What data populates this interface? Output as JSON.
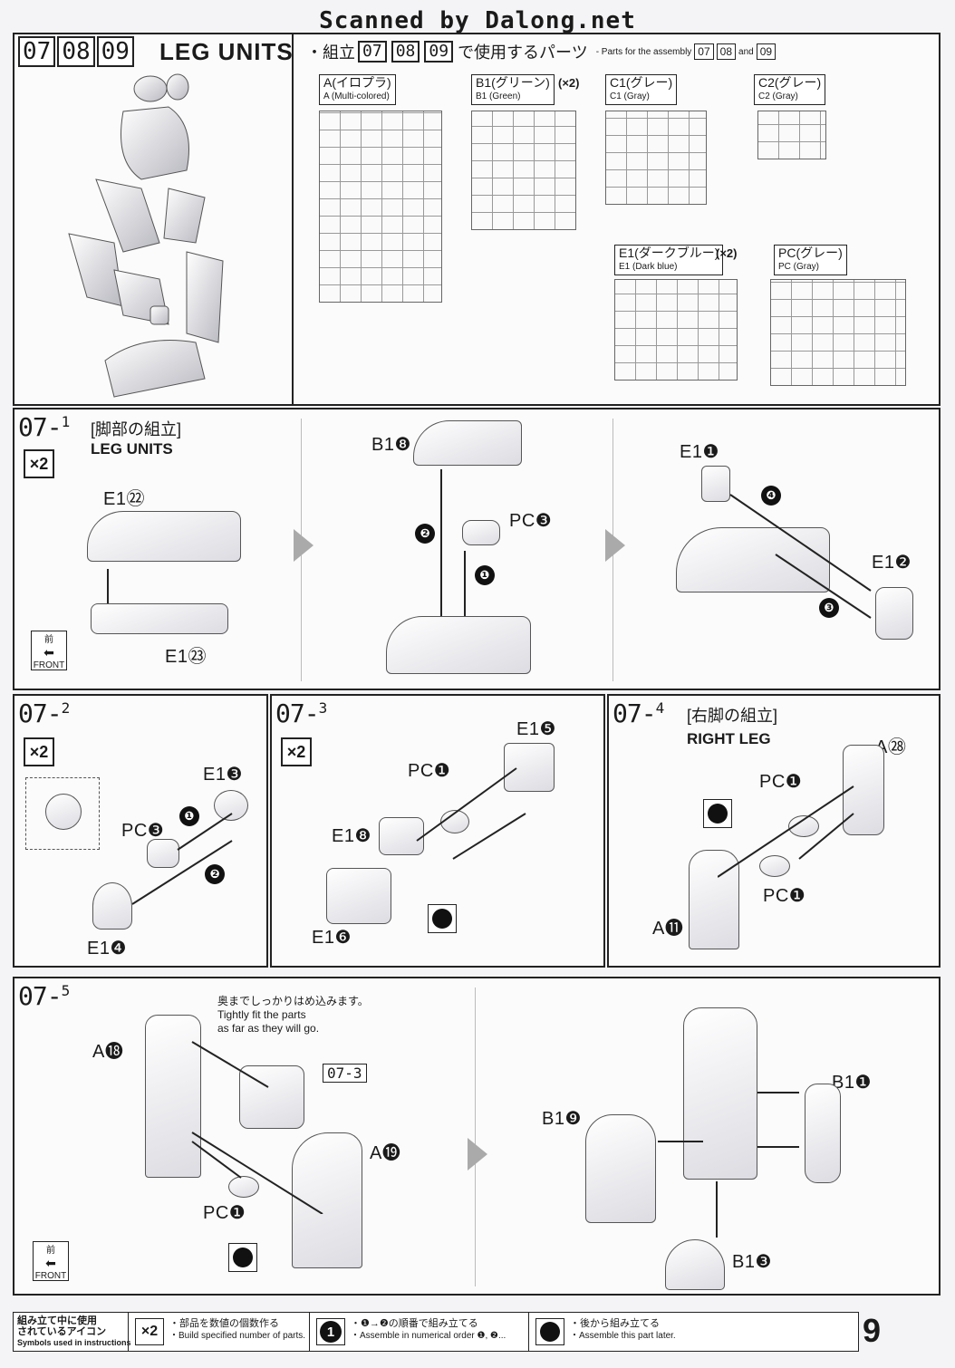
{
  "header": {
    "scanner": "Scanned by Dalong.net"
  },
  "top": {
    "step_numbers": [
      "07",
      "08",
      "09"
    ],
    "title": "LEG UNITS",
    "parts_heading_jp": "・組立",
    "parts_heading_jp2": "で使用するパーツ",
    "parts_heading_en": "- Parts for the assembly",
    "and": "and",
    "runners": [
      {
        "jp": "A(イロプラ)",
        "en": "A (Multi-colored)",
        "mult": ""
      },
      {
        "jp": "B1(グリーン)",
        "en": "B1 (Green)",
        "mult": "(×2)"
      },
      {
        "jp": "C1(グレー)",
        "en": "C1 (Gray)",
        "mult": ""
      },
      {
        "jp": "C2(グレー)",
        "en": "C2 (Gray)",
        "mult": ""
      },
      {
        "jp": "E1(ダークブルー)",
        "en": "E1 (Dark blue)",
        "mult": "(×2)"
      },
      {
        "jp": "PC(グレー)",
        "en": "PC (Gray)",
        "mult": ""
      }
    ]
  },
  "step07_1": {
    "num": "07",
    "sub": "1",
    "jp": "[脚部の組立]",
    "en": "LEG UNITS",
    "mult": "×2",
    "labels": [
      "E1㉒",
      "E1㉓",
      "B1❽",
      "PC❸",
      "E1❶",
      "E1❷"
    ],
    "order": [
      "❶",
      "❷",
      "❸",
      "❹"
    ],
    "front_jp": "前",
    "front_en": "FRONT"
  },
  "step07_2": {
    "num": "07",
    "sub": "2",
    "mult": "×2",
    "labels": [
      "E1❸",
      "PC❸",
      "E1❹"
    ],
    "order": [
      "❶",
      "❷"
    ]
  },
  "step07_3": {
    "num": "07",
    "sub": "3",
    "mult": "×2",
    "labels": [
      "E1❺",
      "PC❶",
      "E1❽",
      "E1❻"
    ]
  },
  "step07_4": {
    "num": "07",
    "sub": "4",
    "jp": "[右脚の組立]",
    "en": "RIGHT LEG",
    "labels": [
      "A㉘",
      "PC❶",
      "PC❶",
      "A⓫"
    ]
  },
  "step07_5": {
    "num": "07",
    "sub": "5",
    "note_jp": "奥までしっかりはめ込みます。",
    "note_en1": "Tightly fit the parts",
    "note_en2": "as far as they will go.",
    "ref": "07-3",
    "labels": [
      "A⓲",
      "A⓳",
      "PC❶",
      "B1❾",
      "B1❶",
      "B1❸"
    ],
    "front_jp": "前",
    "front_en": "FRONT"
  },
  "footer": {
    "title_jp1": "組み立て中に使用",
    "title_jp2": "されているアイコン",
    "title_en": "Symbols used in instructions",
    "items": [
      {
        "icon": "×2",
        "jp": "・部品を数値の個数作る",
        "en": "・Build specified number of parts."
      },
      {
        "icon": "❶",
        "jp": "・❶→❷の順番で組み立てる",
        "en": "・Assemble in numerical order ❶, ❷..."
      },
      {
        "icon": "●",
        "jp": "・後から組み立てる",
        "en": "・Assemble this part later."
      }
    ],
    "page": "9"
  }
}
